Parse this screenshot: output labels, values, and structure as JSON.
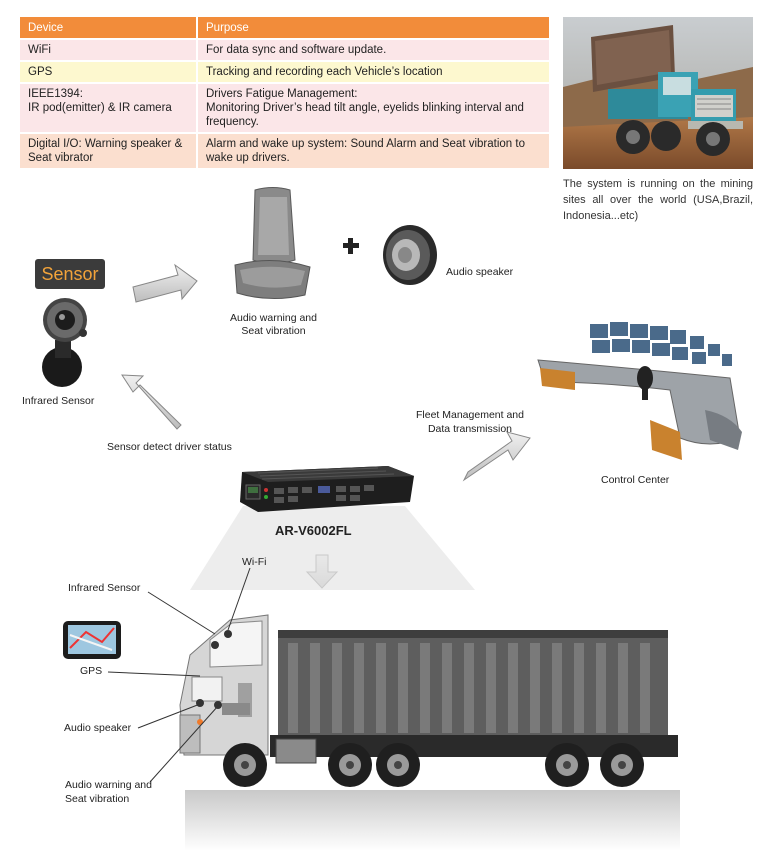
{
  "table": {
    "headers": [
      "Device",
      "Purpose"
    ],
    "rows": [
      {
        "device": "WiFi",
        "purpose": "For data sync and software update."
      },
      {
        "device": "GPS",
        "purpose": "Tracking and recording each Vehicle’s location"
      },
      {
        "device": "IEEE1394:\nIR pod(emitter) & IR camera",
        "purpose": "Drivers Fatigue Management:\nMonitoring Driver’s head tilt angle, eyelids blinking interval and frequency."
      },
      {
        "device": "Digital I/O: Warning speaker & Seat vibrator",
        "purpose": "Alarm and wake up system: Sound Alarm and Seat vibration to wake up drivers."
      }
    ]
  },
  "caption": "The system is running on the mining sites all over the world (USA,Brazil, Indonesia...etc)",
  "sensor_badge": "Sensor",
  "labels": {
    "infrared_sensor_top": "Infrared Sensor",
    "audio_warning_top": "Audio warning and\nSeat vibration",
    "audio_speaker_top": "Audio speaker",
    "sensor_detect": "Sensor detect driver status",
    "fleet": "Fleet Management and\nData transmission",
    "control_center": "Control Center",
    "model": "AR-V6002FL",
    "truck_wifi": "Wi-Fi",
    "truck_infrared": "Infrared Sensor",
    "truck_gps": "GPS",
    "truck_speaker": "Audio speaker",
    "truck_audio_warning": "Audio warning and\nSeat vibration"
  },
  "colors": {
    "header": "#f28c3a",
    "row_pink": "#fbe6e8",
    "row_yellow": "#fdf8cf",
    "row_peach": "#fbdfcf",
    "sensor_text": "#f2a33a"
  }
}
